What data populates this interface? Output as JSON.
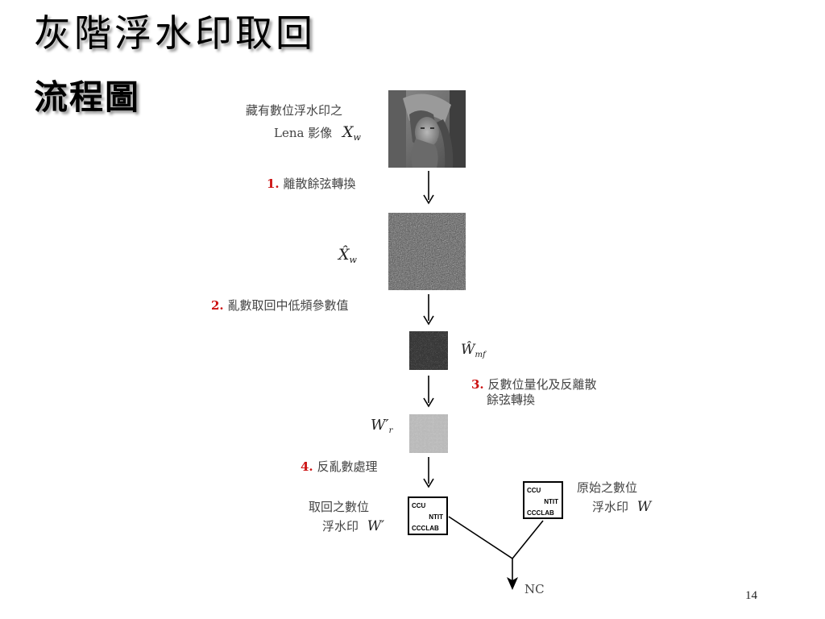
{
  "title": {
    "line1": "灰階浮水印取回",
    "line2": "流程圖"
  },
  "labels": {
    "lena_line1": "藏有數位浮水印之",
    "lena_line2": "Lena 影像",
    "lena_sym": "X",
    "lena_sub": "w",
    "dct_sym": "X̂",
    "dct_sub": "w",
    "mf_sym": "Ŵ",
    "mf_sub": "mf",
    "wr_sym": "W′",
    "wr_sub": "r",
    "extracted_line1": "取回之數位",
    "extracted_line2": "浮水印",
    "extracted_sym": "W′",
    "original_line1": "原始之數位",
    "original_line2": "浮水印",
    "original_sym": "W",
    "nc": "NC"
  },
  "steps": [
    {
      "num": "1.",
      "text": "離散餘弦轉換"
    },
    {
      "num": "2.",
      "text": "亂數取回中低頻參數值"
    },
    {
      "num": "3.",
      "text": "反數位量化及反離散",
      "text2": "餘弦轉換"
    },
    {
      "num": "4.",
      "text": "反亂數處理"
    }
  ],
  "watermark": {
    "line1": "CCU",
    "line2": "NTIT",
    "line3": "CCCLAB"
  },
  "page_number": "14"
}
